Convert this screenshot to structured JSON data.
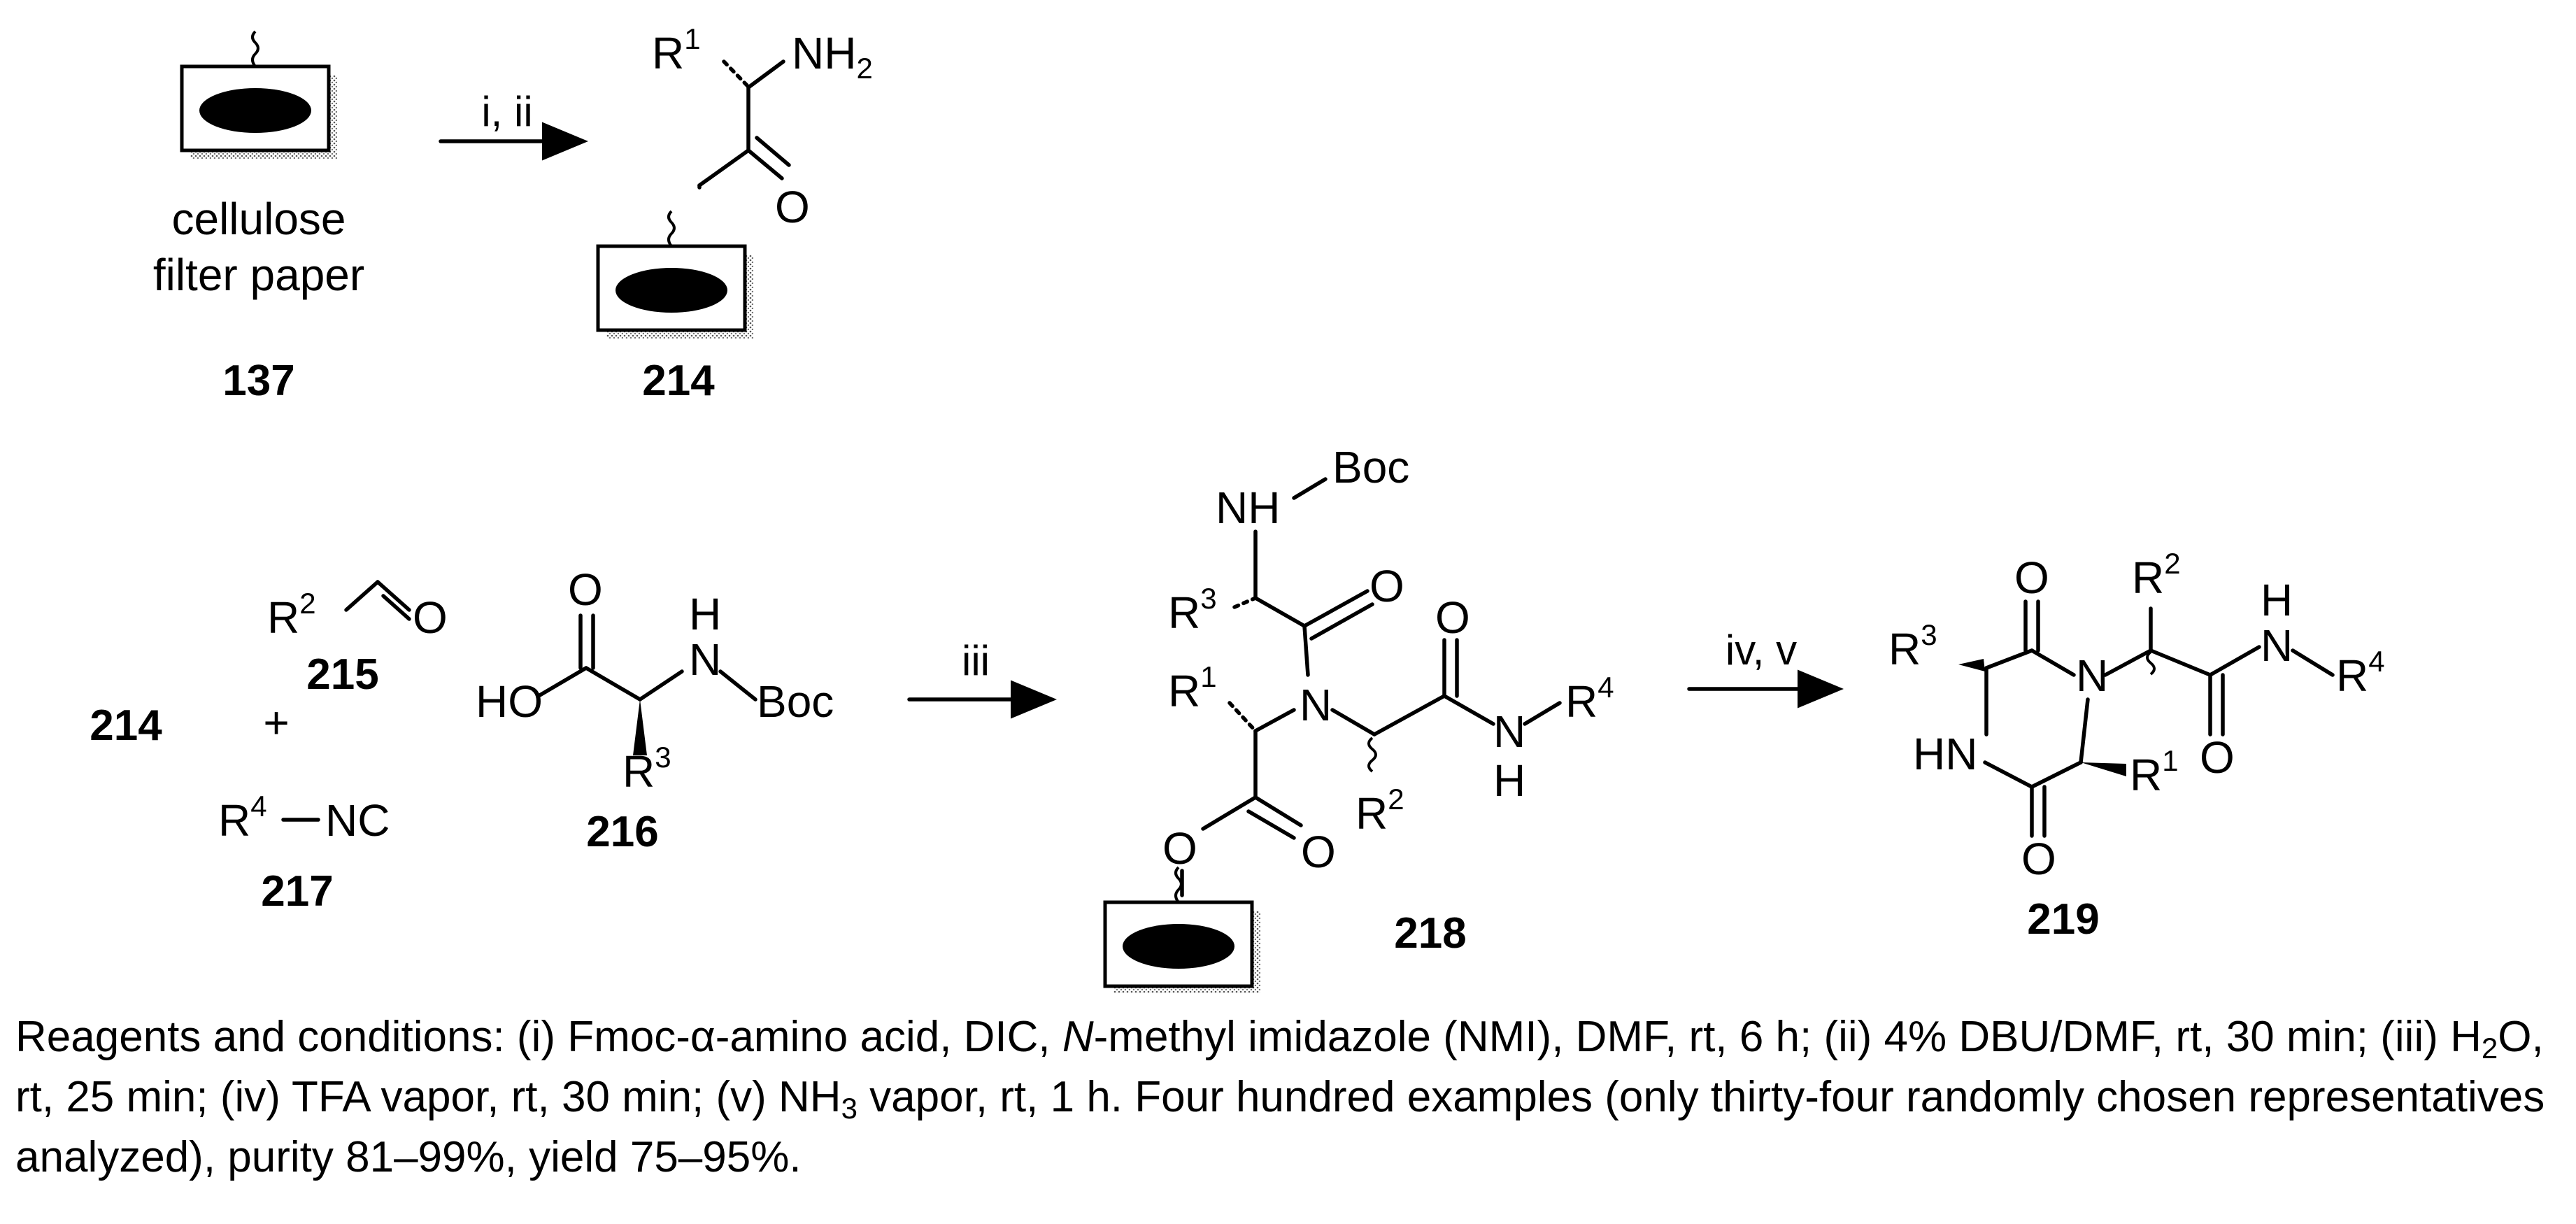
{
  "compounds": {
    "c137": {
      "number": "137",
      "name_line1": "cellulose",
      "name_line2": "filter paper"
    },
    "c214": {
      "number": "214"
    },
    "c215": {
      "number": "215"
    },
    "c216": {
      "number": "216"
    },
    "c217": {
      "number": "217"
    },
    "c218": {
      "number": "218"
    },
    "c219": {
      "number": "219"
    },
    "c214_reactant": "214",
    "plus": "+"
  },
  "arrows": {
    "step1": "i, ii",
    "step2": "iii",
    "step3": "iv, v"
  },
  "atoms": {
    "R": "R",
    "s1": "1",
    "s2": "2",
    "s3": "3",
    "s4": "4",
    "NH": "NH",
    "N": "N",
    "H": "H",
    "O": "O",
    "HO": "HO",
    "HN": "HN",
    "Boc": "Boc",
    "NC": "NC",
    "dash": "—",
    "sub2": "2"
  },
  "caption": {
    "p1": "Reagents and conditions: (i) Fmoc-α-amino acid, DIC, ",
    "p2": "N",
    "p3": "-methyl imidazole (NMI), DMF, rt, 6 h; (ii) 4% DBU/DMF, rt, 30 min; (iii) H",
    "p4": "2",
    "p5": "O, rt, 25 min; (iv) TFA vapor, rt, 30 min; (v) NH",
    "p6": "3",
    "p7": " vapor, rt, 1 h. Four hundred examples (only thirty-four randomly chosen representatives analyzed), purity 81–99%, yield 75–95%."
  }
}
